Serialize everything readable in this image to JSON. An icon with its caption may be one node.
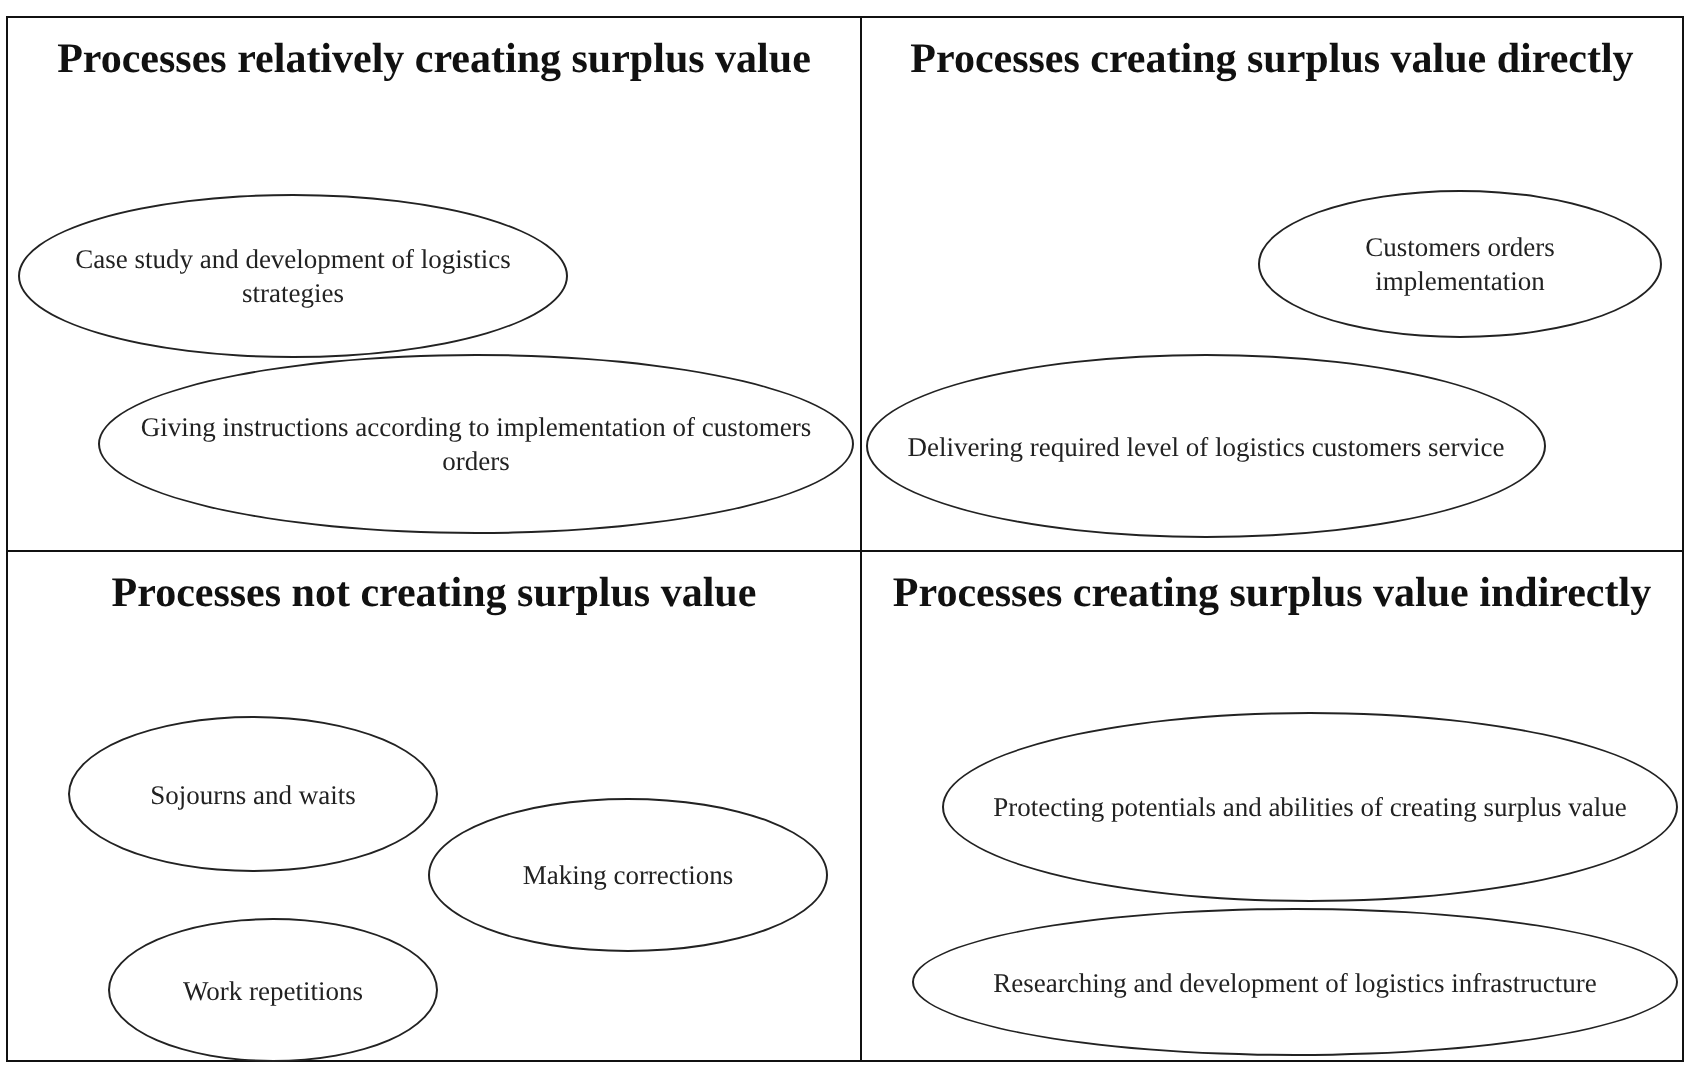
{
  "diagram": {
    "nodes": [
      {
        "text": [
          "Processes relatively creating surplus value"
        ]
      },
      {
        "text": [
          "Case study and development of logistics strategies"
        ],
        "in": 0
      },
      {
        "text": [
          "Giving instructions according to implementation of customers orders"
        ],
        "in": 0
      },
      {
        "text": [
          "Processes creating surplus value directly"
        ]
      },
      {
        "text": [
          "Customers orders implementation"
        ],
        "in": 3
      },
      {
        "text": [
          "Delivering required level of logistics customers service"
        ],
        "in": 3
      },
      {
        "text": [
          "Processes not creating surplus value"
        ]
      },
      {
        "text": [
          "Sojourns and waits"
        ],
        "in": 6
      },
      {
        "text": [
          "Making corrections"
        ],
        "in": 6
      },
      {
        "text": [
          "Work repetitions"
        ],
        "in": 6
      },
      {
        "text": [
          "Processes creating surplus value indirectly"
        ]
      },
      {
        "text": [
          "Protecting potentials and abilities of creating surplus value"
        ],
        "in": 10
      },
      {
        "text": [
          "Researching and development of logistics infrastructure"
        ],
        "in": 10
      }
    ]
  }
}
